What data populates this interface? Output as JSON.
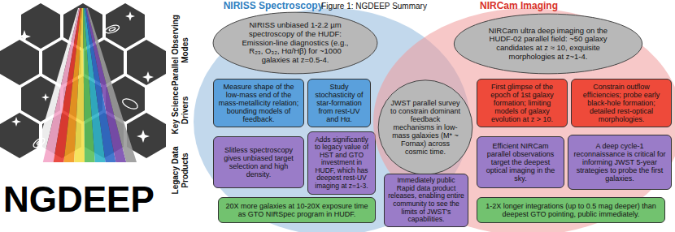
{
  "diagram": {
    "title": "Figure 1: NGDEEP Summary",
    "nodes": [
      {
        "text": [
          "NIRISS Spectroscopy"
        ]
      },
      {
        "text": [
          "NIRCam Imaging"
        ]
      },
      {
        "text": [
          "NIRISS unbiased 1-2.2 µm spectroscopy of the HUDF: Emission-line diagnostics (e.g., R₂₃, O₃₂, Hα/Hβ) for ~1000 galaxies at z=0.5-4."
        ],
        "in": 0
      },
      {
        "text": [
          "NIRCam ultra deep imaging on the HUDF-02 parallel field: ~50 galaxy candidates at z ≈ 10, exquisite morphologies at z~1-4."
        ],
        "in": 1
      },
      {
        "text": [
          "Measure shape of the low-mass end of the mass-metallicity relation; bounding models of feedback."
        ],
        "in": 0
      },
      {
        "text": [
          "Study stochasticity of star-formation from rest-UV and Hα."
        ],
        "in": 0
      },
      {
        "text": [
          "JWST parallel survey to constrain dominant feedback mechanisms in low-mass galaxies (M* ~ Fornax) across cosmic time."
        ]
      },
      {
        "text": [
          "First glimpse of the epoch of 1st galaxy formation; limiting models of galaxy evolution at z > 10."
        ],
        "in": 1
      },
      {
        "text": [
          "Constrain outflow efficiencies; probe early black-hole formation; detailed rest-optical morphologies."
        ],
        "in": 1
      },
      {
        "text": [
          "Slitless spectroscopy gives unbiased target selection and high density."
        ],
        "in": 0
      },
      {
        "text": [
          "Adds significantly to legacy value of HST and GTO investment in HUDF, which has deepest rest-UV imaging at z=1-3."
        ],
        "in": 0
      },
      {
        "text": [
          "Immediately public Rapid data product releases, enabling entire community to see the limits of JWST's capabilities."
        ]
      },
      {
        "text": [
          "Efficient NIRCam parallel observations target the deepest optical imaging in the sky."
        ],
        "in": 1
      },
      {
        "text": [
          "A deep cycle-1 reconnaissance is critical for informing JWST 5-year strategies to probe the first galaxies."
        ],
        "in": 1
      },
      {
        "text": [
          "20X more galaxies at 10-20X exposure time as GTO NIRSpec program in HUDF."
        ],
        "in": 0
      },
      {
        "text": [
          "1-2X longer integrations (up to 0.5 mag deeper) than deepest GTO pointing, public immediately."
        ],
        "in": 1
      }
    ],
    "labels": [
      "Parallel Observing Modes",
      "Key Science Drivers",
      "Legacy Data Products",
      "NGDEEP"
    ]
  }
}
